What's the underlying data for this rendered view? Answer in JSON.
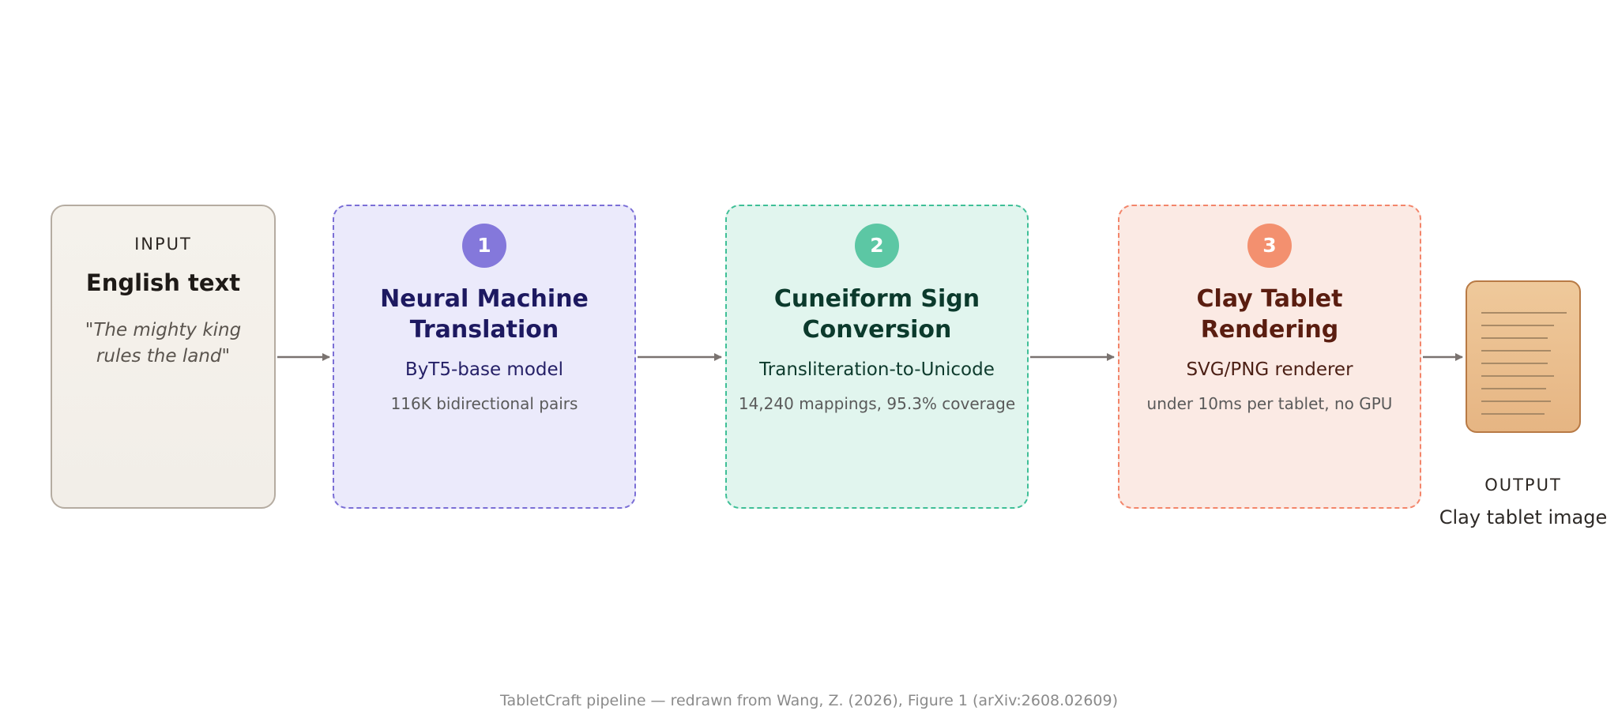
{
  "input": {
    "kicker": "INPUT",
    "title": "English text",
    "quote": "\"The mighty king rules the land\""
  },
  "stages": [
    {
      "number": "1",
      "title": "Neural Machine Translation",
      "subtitle": "ByT5-base model",
      "detail": "116K bidirectional pairs",
      "color": "#8478db"
    },
    {
      "number": "2",
      "title": "Cuneiform Sign Conversion",
      "subtitle": "Transliteration-to-Unicode",
      "detail": "14,240 mappings, 95.3% coverage",
      "color": "#5cc7a4"
    },
    {
      "number": "3",
      "title": "Clay Tablet Rendering",
      "subtitle": "SVG/PNG renderer",
      "detail": "under 10ms per tablet, no GPU",
      "color": "#f3906f"
    }
  ],
  "output": {
    "kicker": "OUTPUT",
    "description": "Clay tablet image",
    "icon": "clay-tablet-icon"
  },
  "caption": "TabletCraft pipeline — redrawn from Wang, Z. (2026), Figure 1 (arXiv:2608.02609)"
}
